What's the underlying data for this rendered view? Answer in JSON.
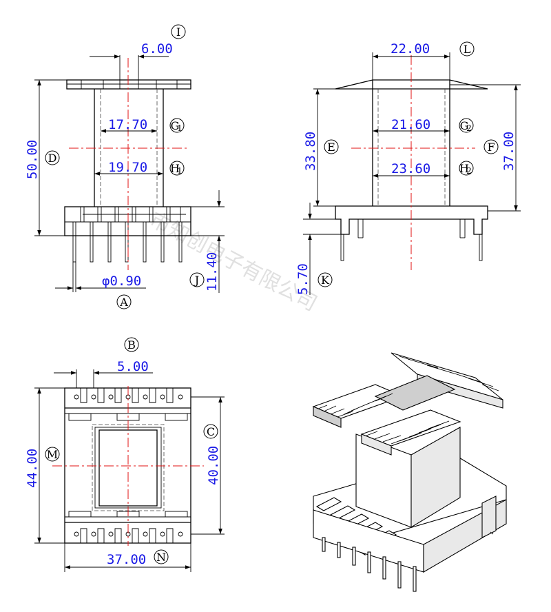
{
  "dimensions": {
    "pin_pitch_top": "6.00",
    "overall_height": "50.00",
    "inner_width_g1": "17.70",
    "outer_width_h1": "19.70",
    "pin_diameter": "φ0.90",
    "pin_length": "11.40",
    "flange_width": "22.00",
    "inner_width_g2": "21.60",
    "outer_width_h2": "23.60",
    "window_height": "33.80",
    "flange_height": "37.00",
    "base_offset": "5.70",
    "slot_pitch": "5.00",
    "base_depth_44": "44.00",
    "base_depth_40": "40.00",
    "base_width": "37.00"
  },
  "labels": {
    "A": "A",
    "B": "B",
    "C": "C",
    "D": "D",
    "E": "E",
    "F": "F",
    "G1": "G",
    "G1_sub": "1",
    "G2": "G",
    "G2_sub": "2",
    "H1": "H",
    "H1_sub": "1",
    "H2": "H",
    "H2_sub": "2",
    "I": "I",
    "J": "J",
    "K": "K",
    "L": "L",
    "M": "M",
    "N": "N"
  },
  "watermark": "市知创电子有限公司",
  "colors": {
    "dimension_text": "#1a1ae6",
    "center_line": "#e01010",
    "outline": "#000000"
  }
}
